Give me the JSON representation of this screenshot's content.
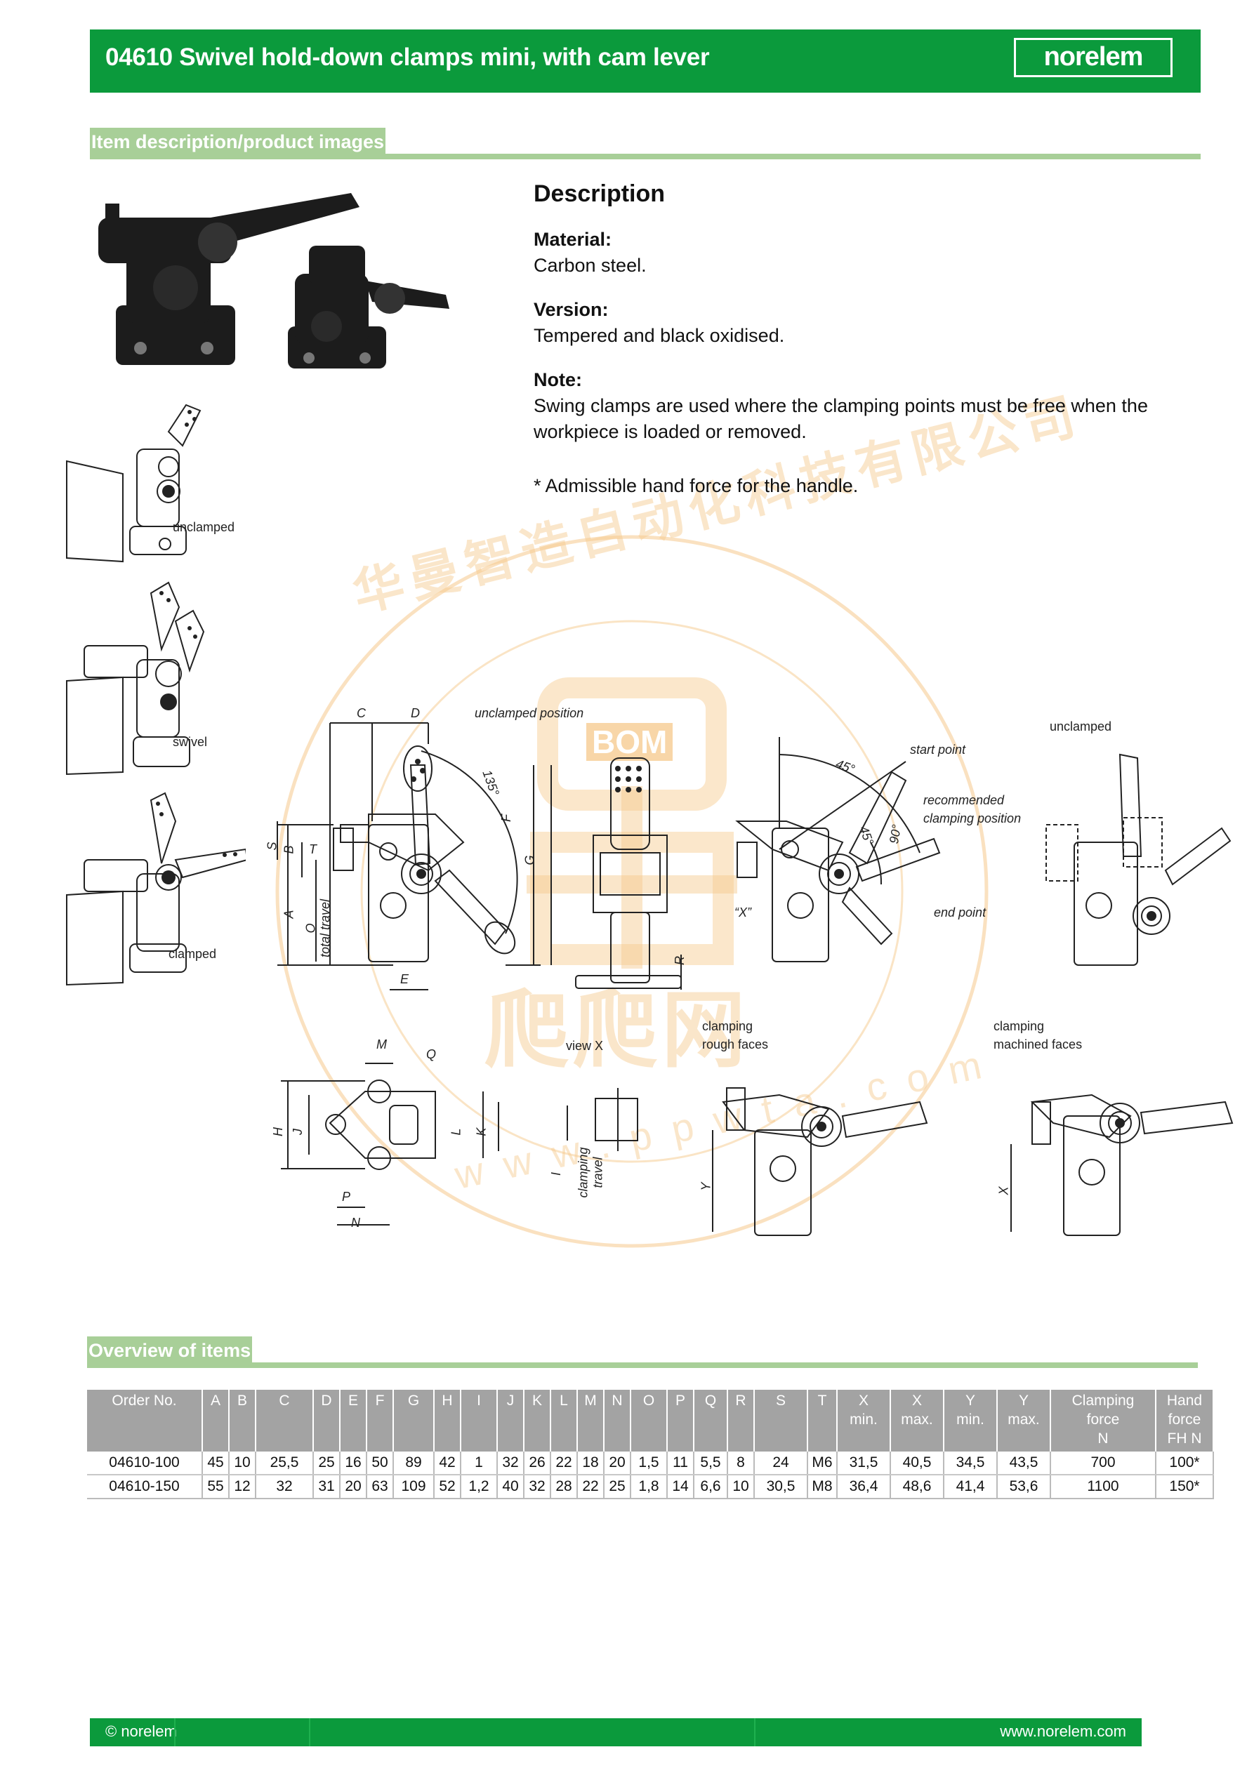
{
  "header": {
    "title": "04610 Swivel hold-down clamps mini, with cam lever",
    "logo": "norelem"
  },
  "sections": {
    "images": "Item description/product images",
    "overview": "Overview of items"
  },
  "description": {
    "heading": "Description",
    "material_label": "Material:",
    "material_text": "Carbon steel.",
    "version_label": "Version:",
    "version_text": "Tempered and black oxidised.",
    "note_label": "Note:",
    "note_text": "Swing clamps are used where the clamping points must be free when the workpiece is loaded or removed.",
    "footnote": "* Admissible hand force for the handle."
  },
  "thumbnails": {
    "unclamped": "unclamped",
    "swivel": "swivel",
    "clamped": "clamped"
  },
  "diagram": {
    "unclamped_position": "unclamped position",
    "angle_135": "135°",
    "start_point": "start point",
    "recommended": "recommended",
    "clamping_position": "clamping position",
    "end_point": "end point",
    "angle_45a": "45°",
    "angle_45b": "45°",
    "angle_90": "90°",
    "view_x_mark": "“X”",
    "unclamped": "unclamped",
    "view_x": "view X",
    "clamping_rough": "clamping",
    "rough_faces": "rough faces",
    "clamping_machined": "clamping",
    "machined_faces": "machined faces",
    "total_travel": "total travel",
    "clamping_travel_1": "clamping",
    "clamping_travel_2": "travel",
    "dims": {
      "C": "C",
      "D": "D",
      "S": "S",
      "B": "B",
      "T": "T",
      "A": "A",
      "O": "O",
      "E": "E",
      "F": "F",
      "G": "G",
      "R": "R",
      "M": "M",
      "Q": "Q",
      "H": "H",
      "J": "J",
      "L": "L",
      "K": "K",
      "P": "P",
      "N": "N",
      "I": "I",
      "Y": "Y",
      "X": "X"
    }
  },
  "watermark": {
    "text": "华曼智造自动化科技有限公司",
    "brand": "BOM",
    "site": "爬爬网",
    "url": "www.ppwta.com"
  },
  "table": {
    "headers": [
      [
        "Order No."
      ],
      [
        "A"
      ],
      [
        "B"
      ],
      [
        "C"
      ],
      [
        "D"
      ],
      [
        "E"
      ],
      [
        "F"
      ],
      [
        "G"
      ],
      [
        "H"
      ],
      [
        "I"
      ],
      [
        "J"
      ],
      [
        "K"
      ],
      [
        "L"
      ],
      [
        "M"
      ],
      [
        "N"
      ],
      [
        "O"
      ],
      [
        "P"
      ],
      [
        "Q"
      ],
      [
        "R"
      ],
      [
        "S"
      ],
      [
        "T"
      ],
      [
        "X",
        "min."
      ],
      [
        "X",
        "max."
      ],
      [
        "Y",
        "min."
      ],
      [
        "Y",
        "max."
      ],
      [
        "Clamping",
        "force",
        "N"
      ],
      [
        "Hand",
        "force",
        "FH N"
      ]
    ],
    "rows": [
      [
        "04610-100",
        "45",
        "10",
        "25,5",
        "25",
        "16",
        "50",
        "89",
        "42",
        "1",
        "32",
        "26",
        "22",
        "18",
        "20",
        "1,5",
        "11",
        "5,5",
        "8",
        "24",
        "M6",
        "31,5",
        "40,5",
        "34,5",
        "43,5",
        "700",
        "100*"
      ],
      [
        "04610-150",
        "55",
        "12",
        "32",
        "31",
        "20",
        "63",
        "109",
        "52",
        "1,2",
        "40",
        "32",
        "28",
        "22",
        "25",
        "1,8",
        "14",
        "6,6",
        "10",
        "30,5",
        "M8",
        "36,4",
        "48,6",
        "41,4",
        "53,6",
        "1100",
        "150*"
      ]
    ]
  },
  "footer": {
    "copyright": "© norelem",
    "website": "www.norelem.com"
  },
  "colors": {
    "brand_green": "#0b9a3c",
    "section_green": "#a8cf98",
    "table_header": "#a3a3a3",
    "watermark": "#f6c98c"
  }
}
